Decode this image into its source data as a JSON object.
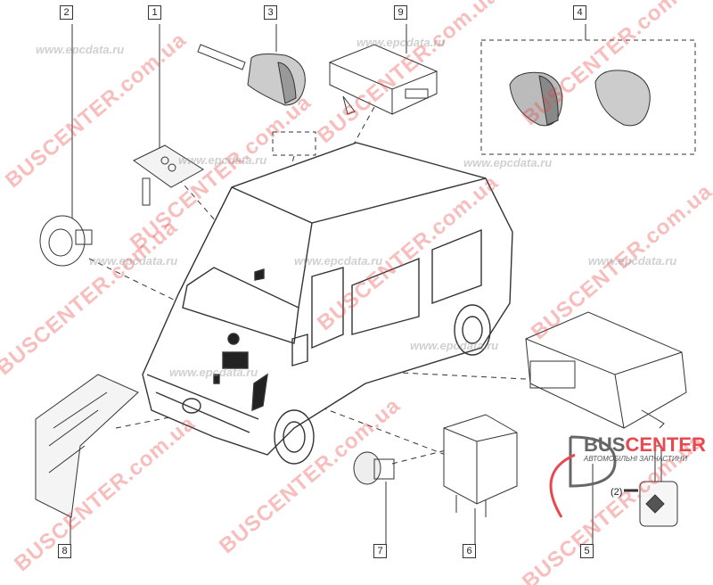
{
  "callouts": {
    "c1": "1",
    "c2": "2",
    "c3": "3",
    "c4": "4",
    "c5": "5",
    "c6": "6",
    "c7": "7",
    "c8": "8",
    "c9": "9"
  },
  "watermarks": {
    "brand": "BUSCENTER.com.ua",
    "site": "www.epcdata.ru"
  },
  "logo": {
    "bus": "BUS",
    "center": "CENTER",
    "subtitle": "АВТОМОБІЛЬНІ ЗАПЧАСТИНИ"
  },
  "key_label": "(2)",
  "colors": {
    "brand_red": "#e8484e",
    "line": "#333333"
  }
}
